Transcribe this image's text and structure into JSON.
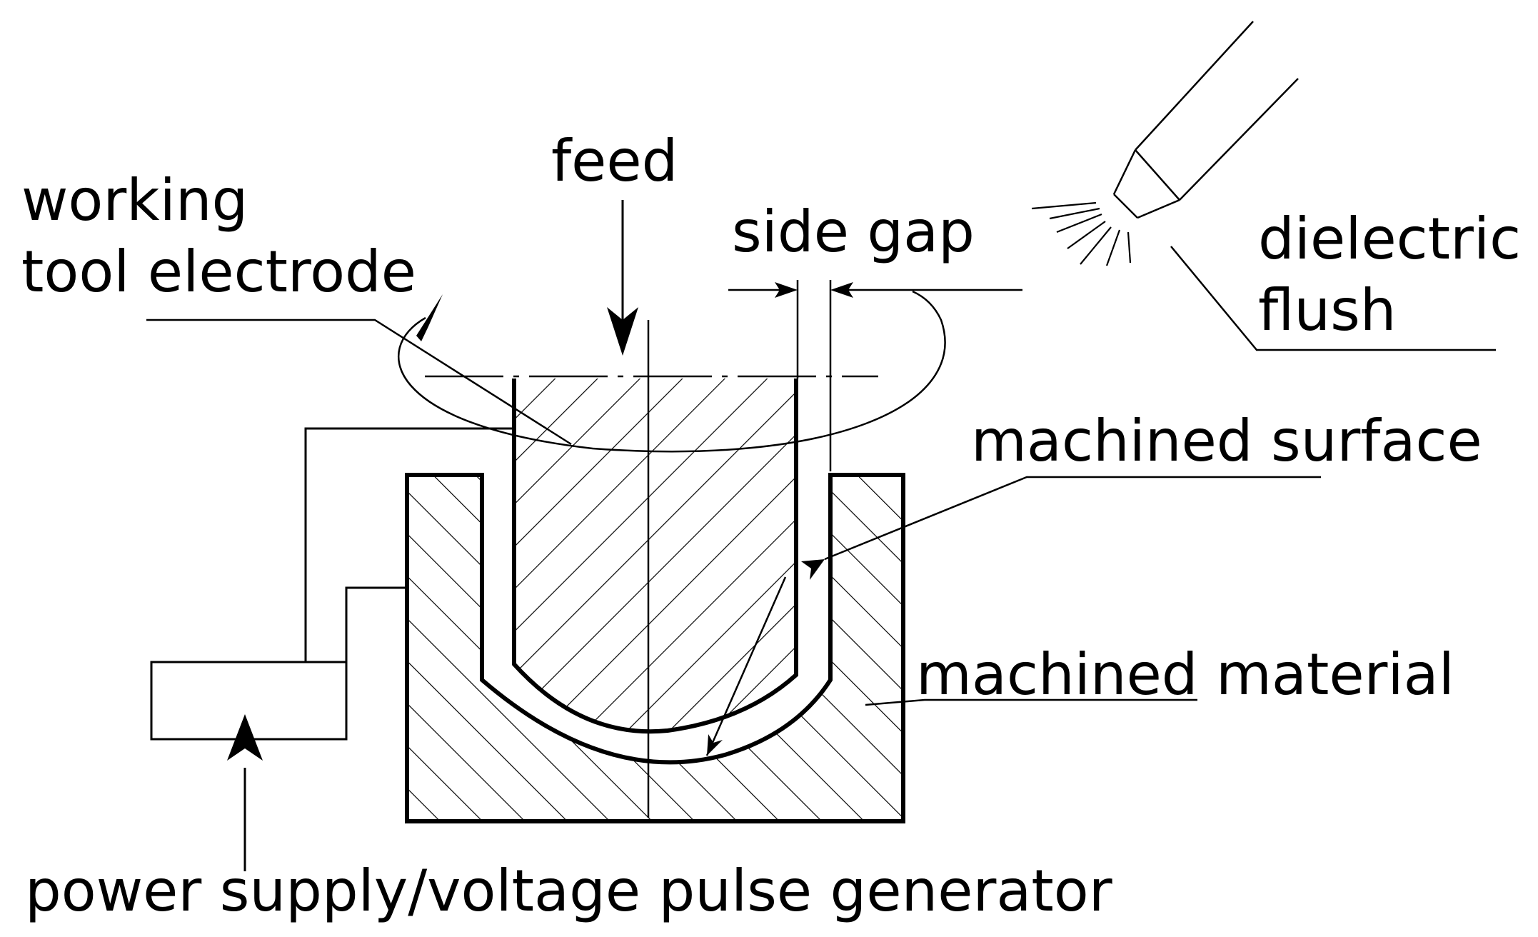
{
  "labels": {
    "working_line1": "working",
    "working_line2": "tool electrode",
    "feed": "feed",
    "side_gap": "side gap",
    "dielectric_line1": "dielectric",
    "dielectric_line2": "flush",
    "machined_surface": "machined surface",
    "machined_material": "machined material",
    "power_supply": "power supply/voltage pulse generator"
  }
}
